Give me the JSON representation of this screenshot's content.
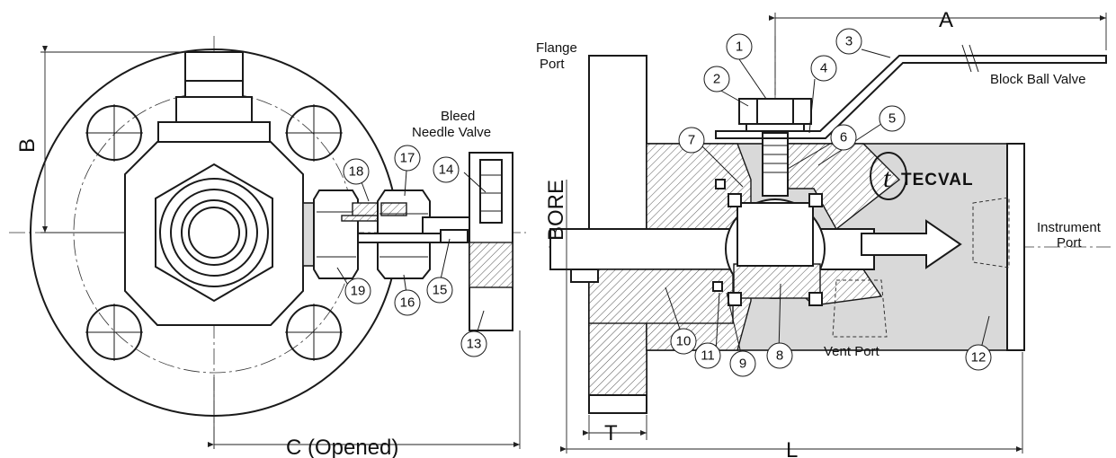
{
  "labels": {
    "flange_port": [
      "Flange",
      "Port"
    ],
    "bleed_needle_valve": [
      "Bleed",
      "Needle Valve"
    ],
    "block_ball_valve": "Block Ball Valve",
    "instrument_port": [
      "Instrument",
      "Port"
    ],
    "vent_port": "Vent Port",
    "bore": "BORE",
    "brand": "TECVAL",
    "brand_mark": "t"
  },
  "dimensions": {
    "A": "A",
    "B": "B",
    "C": "C (Opened)",
    "L": "L",
    "T": "T"
  },
  "callouts": [
    "1",
    "2",
    "3",
    "4",
    "5",
    "6",
    "7",
    "8",
    "9",
    "10",
    "11",
    "12",
    "13",
    "14",
    "15",
    "16",
    "17",
    "18",
    "19"
  ]
}
